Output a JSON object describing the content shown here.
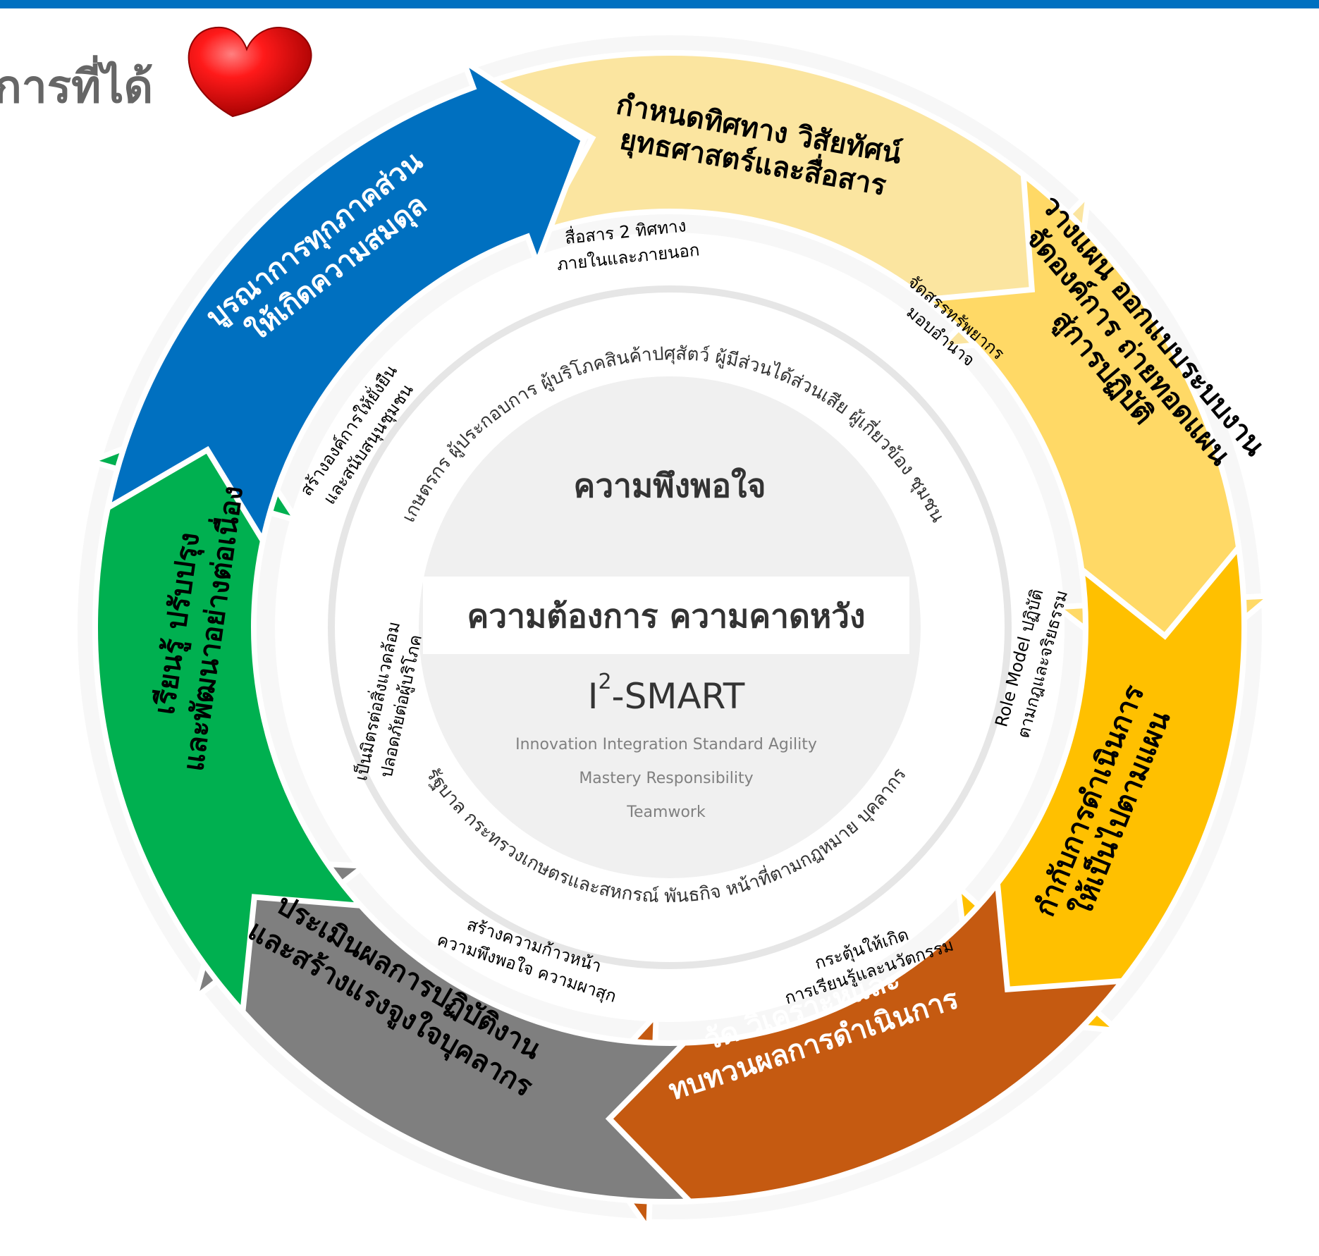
{
  "title": "การที่ได้",
  "heart_icon": "heart-icon",
  "colors": {
    "top_bar": "#0070c0",
    "arrow_direction": "#fbe5a0",
    "arrow_plan": "#ffd966",
    "arrow_control": "#ffc000",
    "arrow_measure": "#c55a11",
    "arrow_evaluate": "#7f7f7f",
    "arrow_learn": "#00b050",
    "arrow_balance": "#0070c0",
    "heart": "#e00000",
    "center_fill": "#f0f0f0"
  },
  "arrows": {
    "direction": {
      "line1": "กำหนดทิศทาง วิสัยทัศน์",
      "line2": "ยุทธศาสตร์และสื่อสาร"
    },
    "plan": {
      "line1": "วางแผน ออกแบบระบบงาน",
      "line2": "จัดองค์การ ถ่ายทอดแผน",
      "line3": "สู่การปฏิบัติ"
    },
    "control": {
      "line1": "กำกับการดำเนินการ",
      "line2": "ให้เป็นไปตามแผน"
    },
    "measure": {
      "line1": "วัด วิเคราะห์และ",
      "line2": "ทบทวนผลการดำเนินการ"
    },
    "evaluate": {
      "line1": "ประเมินผลการปฏิบัติงาน",
      "line2": "และสร้างแรงจูงใจบุคลากร"
    },
    "learn": {
      "line1": "เรียนรู้ ปรับปรุง",
      "line2": "และพัฒนาอย่างต่อเนื่อง"
    },
    "balance": {
      "line1": "บูรณาการทุกภาคส่วน",
      "line2": "ให้เกิดความสมดุล"
    }
  },
  "sub_labels": {
    "communicate": {
      "line1": "สื่อสาร 2 ทิศทาง",
      "line2": "ภายในและภายนอก"
    },
    "allocate": {
      "line1": "จัดสรรทรัพยากร",
      "line2": "มอบอำนาจ"
    },
    "role_model": {
      "line1": "Role Model ปฏิบัติ",
      "line2": "ตามกฎและจริยธรรม"
    },
    "innovate": {
      "line1": "กระตุ้นให้เกิด",
      "line2": "การเรียนรู้และนวัตกรรม"
    },
    "progress": {
      "line1": "สร้างความก้าวหน้า",
      "line2": "ความพึงพอใจ ความผาสุก"
    },
    "environment": {
      "line1": "เป็นมิตรต่อสิ่งแวดล้อม",
      "line2": "ปลอดภัยต่อผู้บริโภค"
    },
    "sustain": {
      "line1": "สร้างองค์การให้ยั่งยืน",
      "line2": "และสนับสนุนชุมชน"
    }
  },
  "ring": {
    "top": "เกษตรกร ผู้ประกอบการ ผู้บริโภคสินค้าปศุสัตว์ ผู้มีส่วนได้ส่วนเสีย ผู้เกี่ยวข้อง ชุมชน",
    "bottom": "รัฐบาล กระทรวงเกษตรและสหกรณ์ พันธกิจ หน้าที่ตามกฎหมาย บุคลากร"
  },
  "center": {
    "satisfaction": "ความพึงพอใจ",
    "needs": "ความต้องการ ความคาดหวัง",
    "brand_i": "I",
    "brand_sup": "2",
    "brand_rest": "-SMART",
    "values_line1": "Innovation Integration Standard Agility",
    "values_line2": "Mastery Responsibility",
    "values_line3": "Teamwork"
  }
}
